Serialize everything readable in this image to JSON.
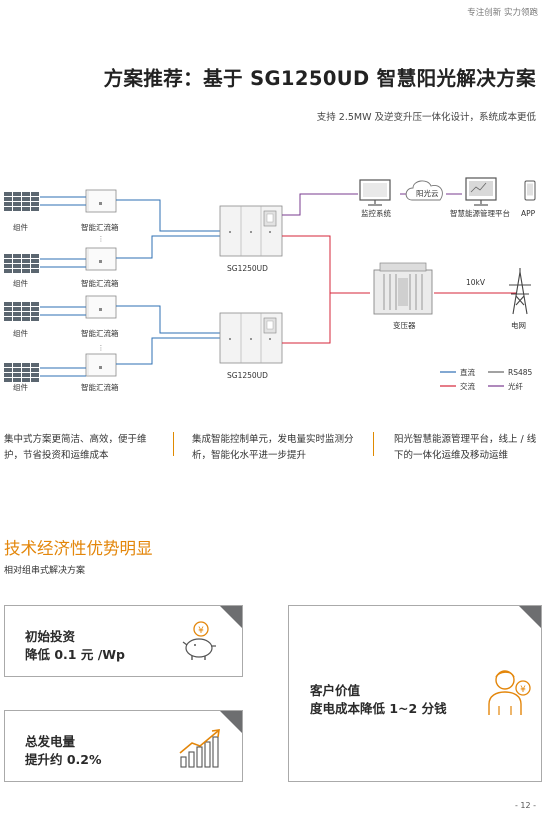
{
  "header": {
    "tagline": "专注创新 实力领跑",
    "title": "方案推荐：基于 SG1250UD 智慧阳光解决方案",
    "subtitle": "支持 2.5MW 及逆变升压一体化设计，系统成本更低"
  },
  "diagram": {
    "module_label": "组件",
    "combiner_label": "智能汇流箱",
    "inverter_label": "SG1250UD",
    "monitor_label": "监控系统",
    "cloud_label": "阳光云",
    "platform_label": "智慧能源管理平台",
    "app_label": "APP",
    "transformer_label": "变压器",
    "voltage_label": "10kV",
    "grid_label": "电网",
    "legend": {
      "dc": "直流",
      "ac": "交流",
      "rs485": "RS485",
      "fiber": "光纤"
    },
    "colors": {
      "dc": "#2e6fb3",
      "ac": "#d6243a",
      "rs485": "#444444",
      "fiber": "#7a3b8f"
    }
  },
  "features": [
    "集中式方案更简洁、高效，便于维护，节省投资和运维成本",
    "集成智能控制单元，发电量实时监测分析，智能化水平进一步提升",
    "阳光智慧能源管理平台，线上 / 线下的一体化运维及移动运维"
  ],
  "section": {
    "title": "技术经济性优势明显",
    "subtitle": "相对组串式解决方案"
  },
  "cards": {
    "investment": {
      "line1": "初始投资",
      "line2": "降低 0.1 元 /Wp"
    },
    "generation": {
      "line1": "总发电量",
      "line2": "提升约 0.2%"
    },
    "customer": {
      "line1": "客户价值",
      "line2": "度电成本降低 1~2 分钱"
    }
  },
  "page_number": "- 12 -"
}
